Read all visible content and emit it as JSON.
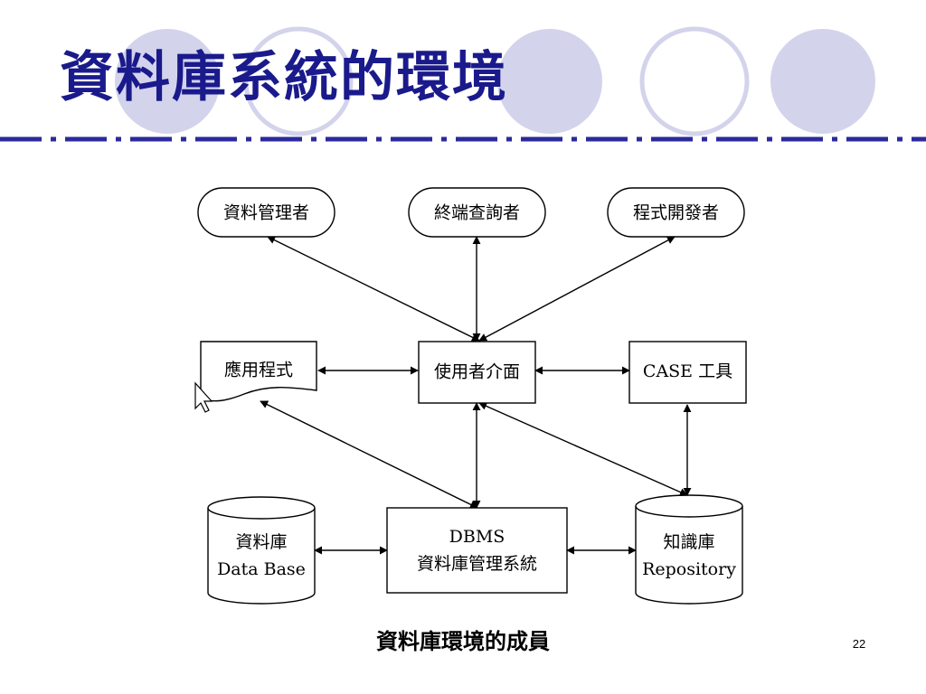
{
  "slide": {
    "title": "資料庫系統的環境",
    "caption": "資料庫環境的成員",
    "page_number": "22"
  },
  "colors": {
    "title": "#1a1a8c",
    "circle_fill": "#d3d3ec",
    "circle_outline": "#d3d3ec",
    "dash_line": "#2a2a9c"
  },
  "diagram": {
    "nodes": {
      "dba": "資料管理者",
      "end_user": "終端查詢者",
      "developer": "程式開發者",
      "application": "應用程式",
      "user_interface": "使用者介面",
      "case_tools": "CASE 工具",
      "database_zh": "資料庫",
      "database_en": "Data Base",
      "dbms_en": "DBMS",
      "dbms_zh": "資料庫管理系統",
      "repository_zh": "知識庫",
      "repository_en": "Repository"
    }
  }
}
